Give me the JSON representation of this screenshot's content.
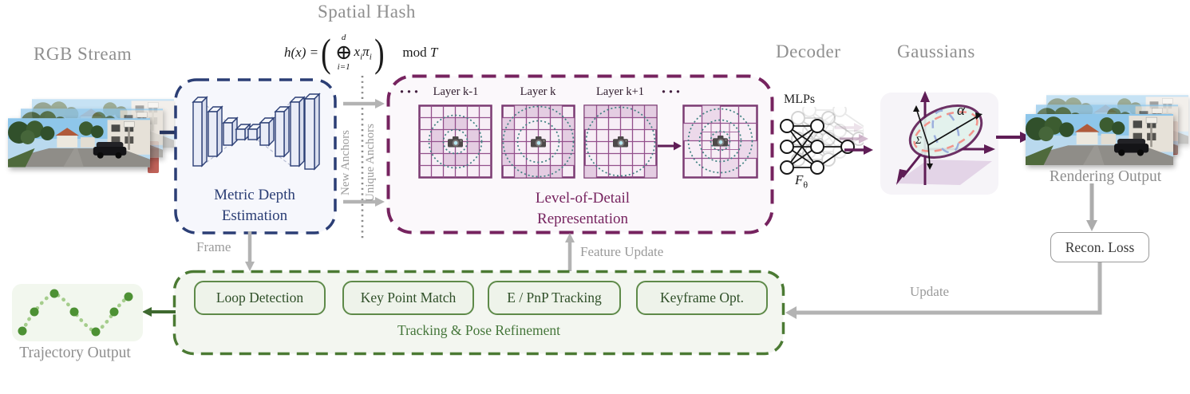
{
  "labels": {
    "rgb_stream": "RGB Stream",
    "spatial_hash": "Spatial Hash",
    "decoder": "Decoder",
    "gaussians": "Gaussians",
    "rendering_output": "Rendering Output",
    "trajectory_output": "Trajectory Output",
    "mlps": "MLPs",
    "f_theta_base": "F",
    "f_theta_sub": "θ",
    "recon_loss": "Recon. Loss"
  },
  "formula": {
    "lhs": "h(x) =",
    "sum_sup": "d",
    "sum_op": "⊕",
    "sum_sub": "i=1",
    "var1": "x",
    "var1_sub": "i",
    "var2": "π",
    "var2_sub": "i",
    "mod": "mod",
    "mod_var": "T"
  },
  "edges": {
    "frame": "Frame",
    "new_anchors": "New Anchors",
    "unique_anchors": "Unique Anchors",
    "feature_update": "Feature Update",
    "update": "Update"
  },
  "metric_depth": {
    "title_line1": "Metric Depth",
    "title_line2": "Estimation"
  },
  "lod": {
    "ellipsis_left": "···",
    "ellipsis_right": "···",
    "layers": [
      "Layer k-1",
      "Layer k",
      "Layer k+1"
    ],
    "title_line1": "Level-of-Detail",
    "title_line2": "Representation"
  },
  "gaussian": {
    "alpha": "α",
    "sigma": "Σ"
  },
  "tracking": {
    "title": "Tracking & Pose Refinement",
    "buttons": [
      "Loop Detection",
      "Key Point Match",
      "E / PnP Tracking",
      "Keyframe Opt."
    ]
  },
  "colors": {
    "navy": "#2b3e75",
    "purple": "#76235f",
    "green": "#4b7a33",
    "gray_label": "#8f8f8f",
    "teal_dotted": "#3e8080",
    "button_border": "#5e8a49",
    "trajectory_green": "#4d9134"
  }
}
